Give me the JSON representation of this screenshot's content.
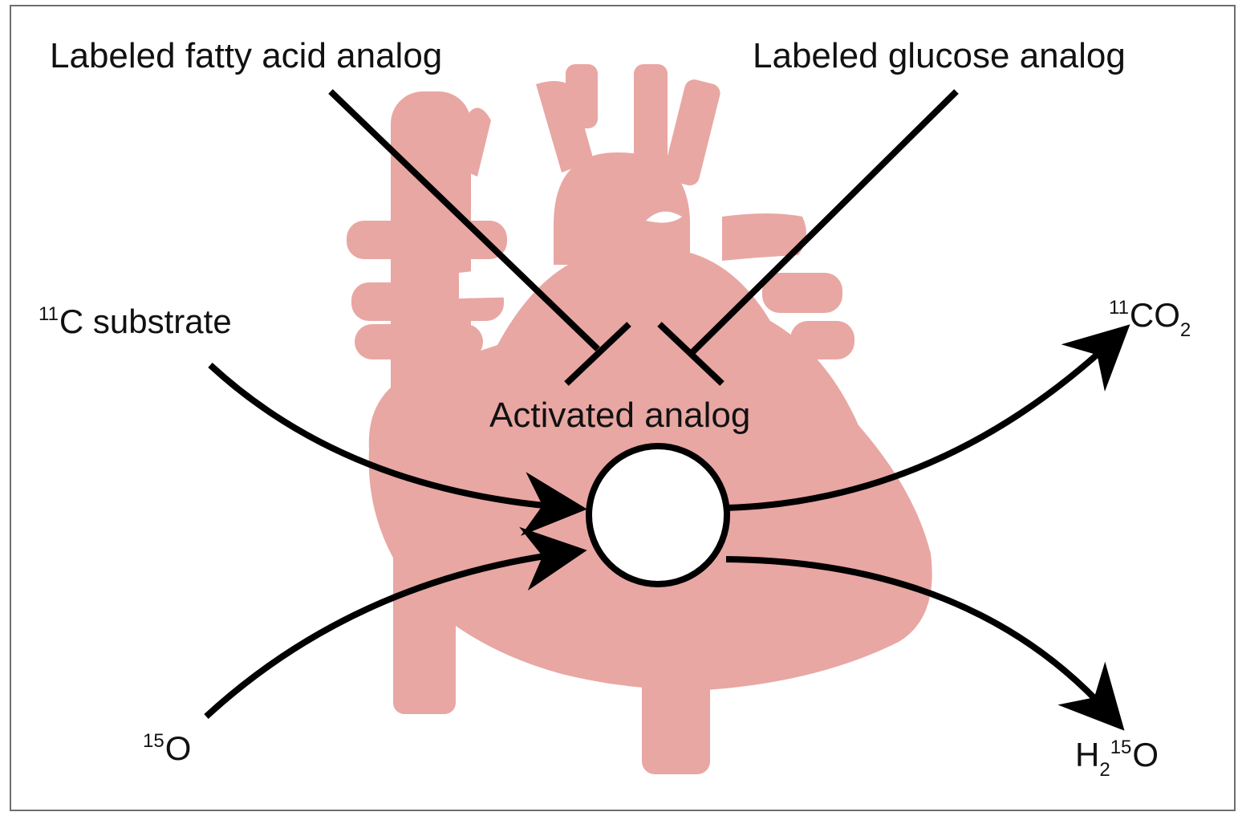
{
  "colors": {
    "heart": "#e8a7a3",
    "ink": "#000000",
    "circle_fill": "#ffffff",
    "frame": "#6e6e6e"
  },
  "labels": {
    "fatty_acid": "Labeled fatty acid analog",
    "glucose": "Labeled glucose analog",
    "activated": "Activated analog",
    "c11_substrate": {
      "sup": "11",
      "text": "C substrate"
    },
    "o15": {
      "sup": "15",
      "text": "O"
    },
    "co2": {
      "sup": "11",
      "text": "CO",
      "sub": "2"
    },
    "water": {
      "pre": "H",
      "sub": "2",
      "sup": "15",
      "text": "O"
    }
  },
  "icons": [
    "heart-silhouette",
    "metabolic-pool-circle",
    "arrow",
    "inhibition-bar"
  ]
}
